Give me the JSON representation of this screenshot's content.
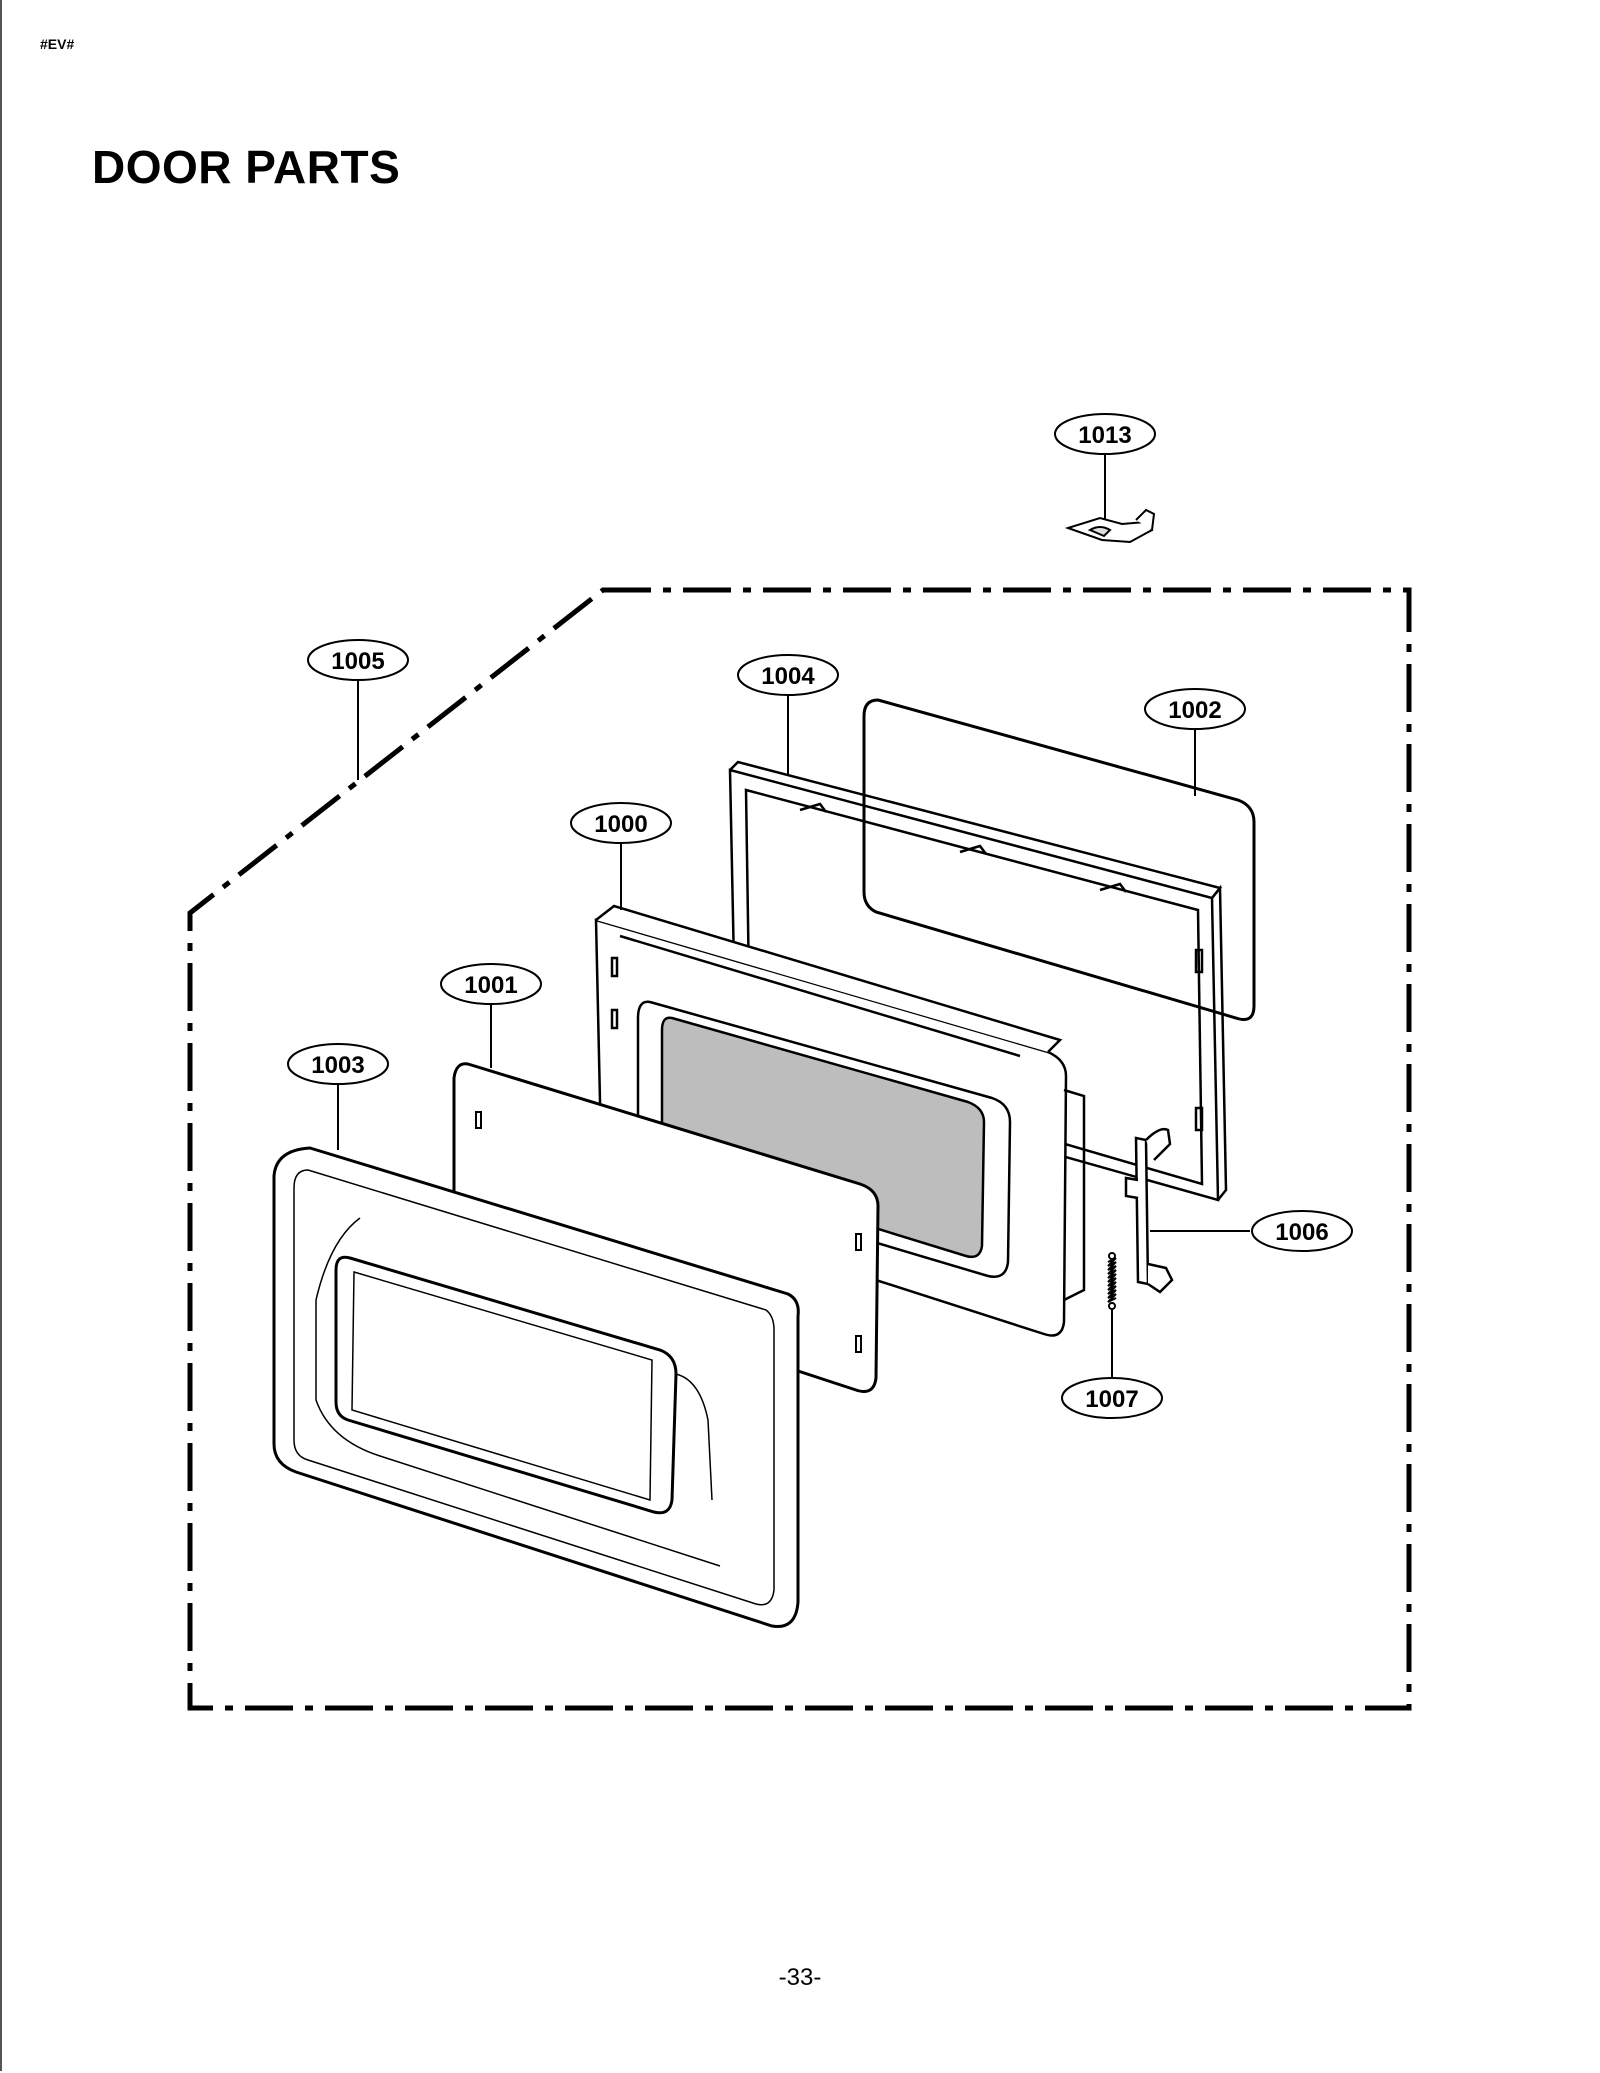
{
  "header": {
    "doc_code": "#EV#"
  },
  "title": "DOOR PARTS",
  "footer": {
    "page_number": "-33-"
  },
  "parts": [
    {
      "id": "1013",
      "label": "1013"
    },
    {
      "id": "1005",
      "label": "1005"
    },
    {
      "id": "1004",
      "label": "1004"
    },
    {
      "id": "1002",
      "label": "1002"
    },
    {
      "id": "1000",
      "label": "1000"
    },
    {
      "id": "1001",
      "label": "1001"
    },
    {
      "id": "1003",
      "label": "1003"
    },
    {
      "id": "1006",
      "label": "1006"
    },
    {
      "id": "1007",
      "label": "1007"
    }
  ],
  "colors": {
    "line": "#000000",
    "glass_fill": "#bdbdbd",
    "background": "#ffffff"
  }
}
